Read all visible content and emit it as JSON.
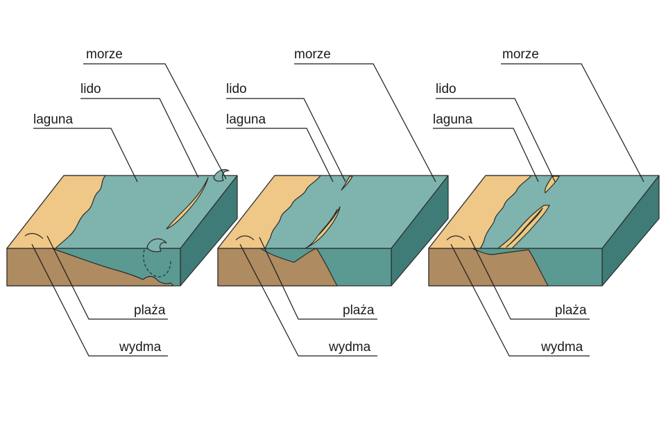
{
  "colors": {
    "sea_top": "#7fb3ad",
    "sea_front": "#5a9a92",
    "sea_side": "#3f7c77",
    "land_top": "#efc787",
    "land_front": "#ae8b60",
    "lido_sand": "#ebc980",
    "lido_yellow": "#e7d27a",
    "outline": "#2a2a2a"
  },
  "panels": [
    {
      "stage": 1,
      "labels": {
        "sea": "morze",
        "lido": "lido",
        "lagoon": "laguna",
        "beach": "plaża",
        "dune": "wydma"
      }
    },
    {
      "stage": 2,
      "labels": {
        "sea": "morze",
        "lido": "lido",
        "lagoon": "laguna",
        "beach": "plaża",
        "dune": "wydma"
      }
    },
    {
      "stage": 3,
      "labels": {
        "sea": "morze",
        "lido": "lido",
        "lagoon": "laguna",
        "beach": "plaża",
        "dune": "wydma"
      }
    }
  ]
}
